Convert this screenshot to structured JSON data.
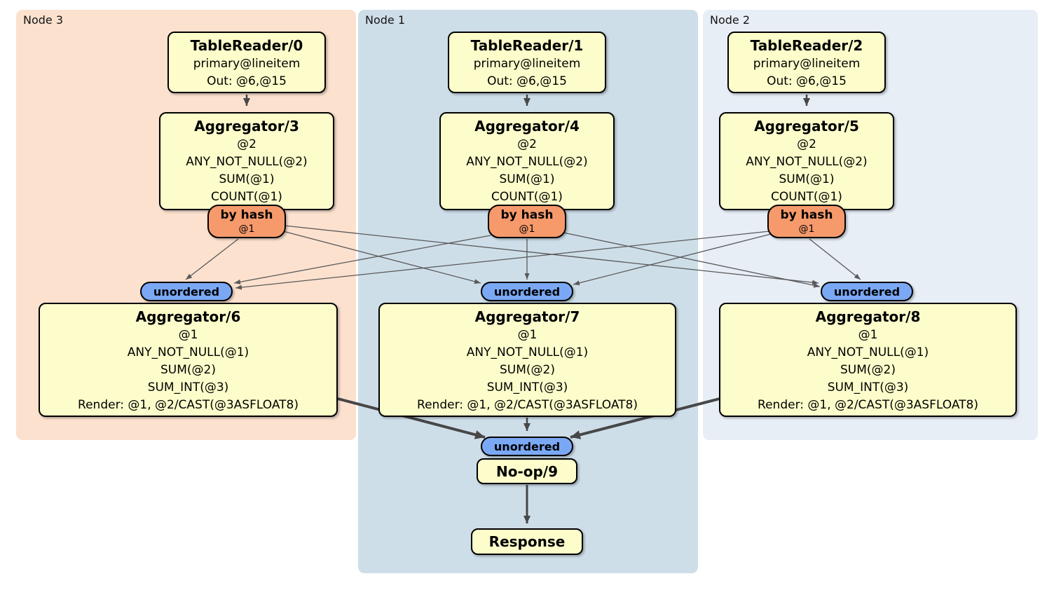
{
  "diagram": {
    "regions": [
      {
        "label": "Node 3"
      },
      {
        "label": "Node 1"
      },
      {
        "label": "Node 2"
      }
    ],
    "columns": [
      {
        "table_reader": {
          "title": "TableReader/0",
          "lines": [
            "primary@lineitem",
            "Out: @6,@15"
          ]
        },
        "pre_aggregator": {
          "title": "Aggregator/3",
          "lines": [
            "@2",
            "ANY_NOT_NULL(@2)",
            "SUM(@1)",
            "COUNT(@1)"
          ]
        },
        "router": {
          "title": "by hash",
          "detail": "@1"
        },
        "sync": {
          "label": "unordered"
        },
        "post_aggregator": {
          "title": "Aggregator/6",
          "lines": [
            "@1",
            "ANY_NOT_NULL(@1)",
            "SUM(@2)",
            "SUM_INT(@3)",
            "Render: @1, @2/CAST(@3ASFLOAT8)"
          ]
        }
      },
      {
        "table_reader": {
          "title": "TableReader/1",
          "lines": [
            "primary@lineitem",
            "Out: @6,@15"
          ]
        },
        "pre_aggregator": {
          "title": "Aggregator/4",
          "lines": [
            "@2",
            "ANY_NOT_NULL(@2)",
            "SUM(@1)",
            "COUNT(@1)"
          ]
        },
        "router": {
          "title": "by hash",
          "detail": "@1"
        },
        "sync": {
          "label": "unordered"
        },
        "post_aggregator": {
          "title": "Aggregator/7",
          "lines": [
            "@1",
            "ANY_NOT_NULL(@1)",
            "SUM(@2)",
            "SUM_INT(@3)",
            "Render: @1, @2/CAST(@3ASFLOAT8)"
          ]
        }
      },
      {
        "table_reader": {
          "title": "TableReader/2",
          "lines": [
            "primary@lineitem",
            "Out: @6,@15"
          ]
        },
        "pre_aggregator": {
          "title": "Aggregator/5",
          "lines": [
            "@2",
            "ANY_NOT_NULL(@2)",
            "SUM(@1)",
            "COUNT(@1)"
          ]
        },
        "router": {
          "title": "by hash",
          "detail": "@1"
        },
        "sync": {
          "label": "unordered"
        },
        "post_aggregator": {
          "title": "Aggregator/8",
          "lines": [
            "@1",
            "ANY_NOT_NULL(@1)",
            "SUM(@2)",
            "SUM_INT(@3)",
            "Render: @1, @2/CAST(@3ASFLOAT8)"
          ]
        }
      }
    ],
    "tail": {
      "sync": {
        "label": "unordered"
      },
      "noop": {
        "title": "No-op/9"
      },
      "response": {
        "title": "Response"
      }
    },
    "colors": {
      "region_node3": "#fce1cf",
      "region_node1": "#cedee9",
      "region_node2": "#e8eef6",
      "processor_fill": "#fdfdcb",
      "router_fill": "#f69a6c",
      "sync_fill": "#7aa8f4",
      "edge_thin": "#595959",
      "edge_thick": "#474747"
    }
  }
}
